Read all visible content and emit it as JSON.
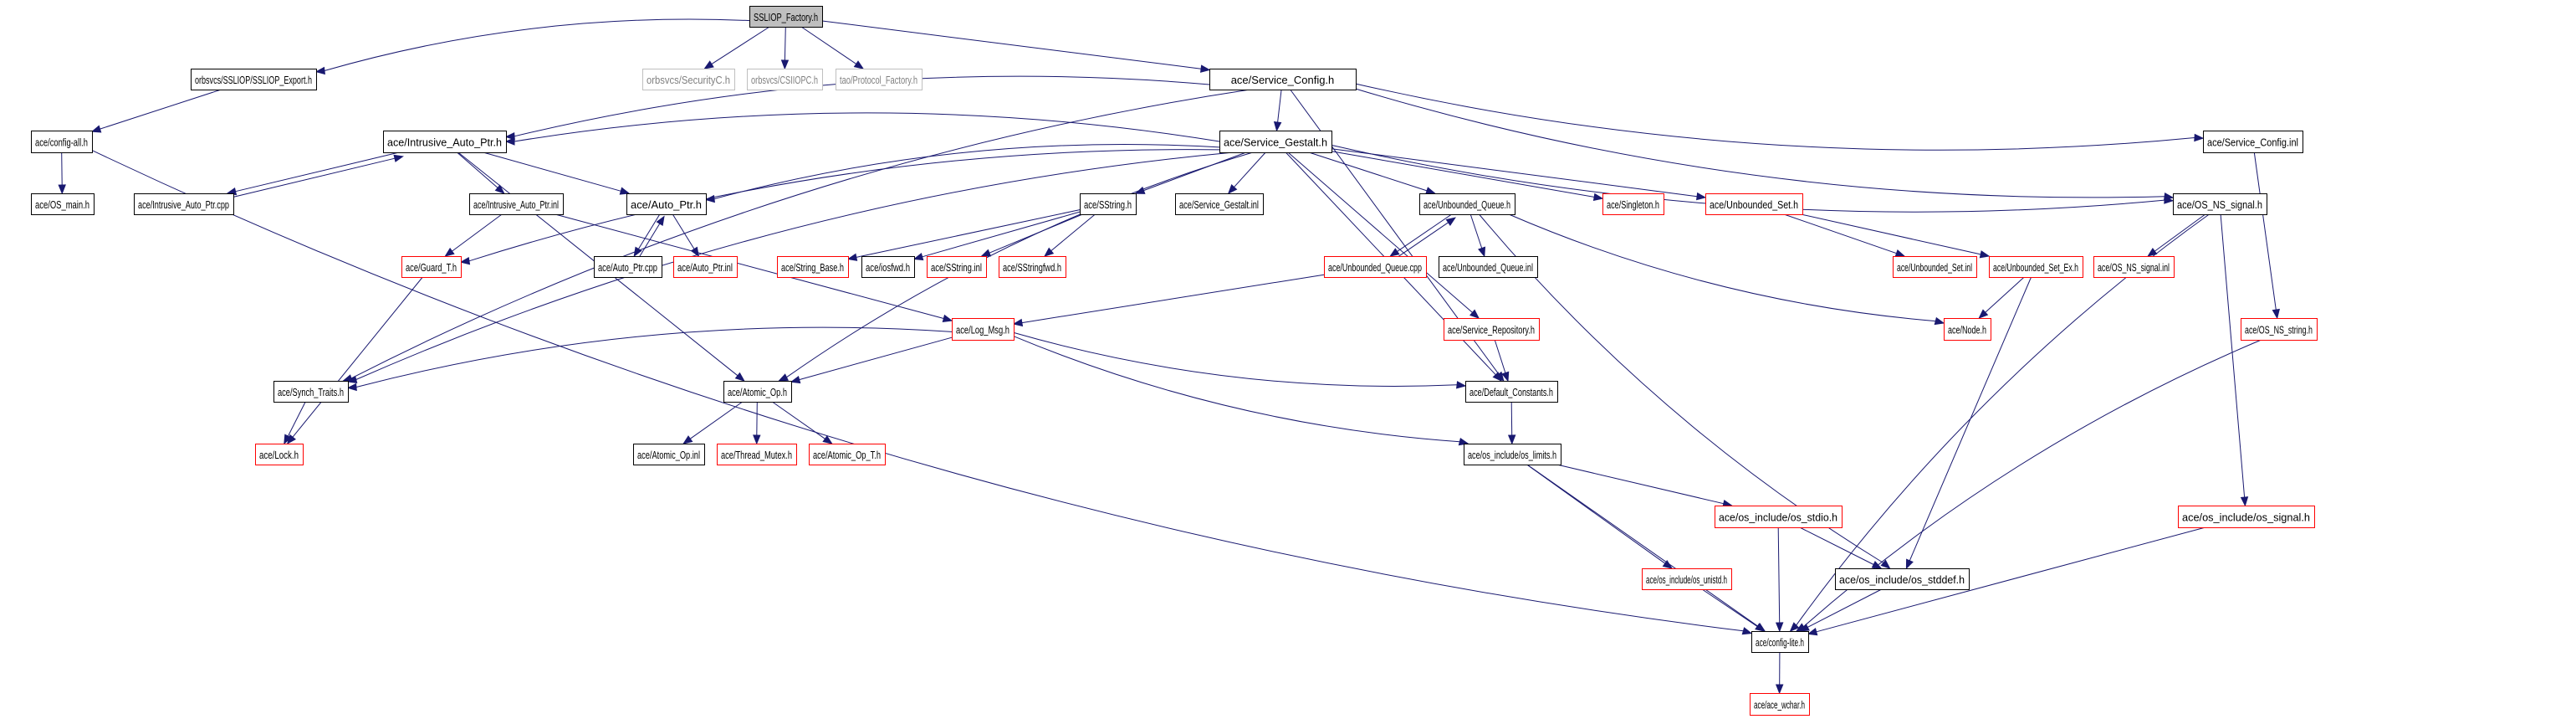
{
  "diagram": {
    "type": "include-dependency-graph",
    "root": "SSLIOP_Factory.h",
    "colors": {
      "edge": "#191970",
      "documented_border": "#000000",
      "undocumented_border": "#ff0000",
      "external_border": "#bfbfbf",
      "root_fill": "#bfbfbf"
    },
    "nodes": [
      {
        "id": "root",
        "label": "SSLIOP_Factory.h",
        "style": "root"
      },
      {
        "id": "sslexp",
        "label": "orbsvcs/SSLIOP/SSLIOP_Export.h",
        "style": "normal"
      },
      {
        "id": "secc",
        "label": "orbsvcs/SecurityC.h",
        "style": "external"
      },
      {
        "id": "csiiopc",
        "label": "orbsvcs/CSIIOPC.h",
        "style": "external"
      },
      {
        "id": "protof",
        "label": "tao/Protocol_Factory.h",
        "style": "external"
      },
      {
        "id": "svccfg",
        "label": "ace/Service_Config.h",
        "style": "normal"
      },
      {
        "id": "cfgall",
        "label": "ace/config-all.h",
        "style": "normal"
      },
      {
        "id": "iap",
        "label": "ace/Intrusive_Auto_Ptr.h",
        "style": "normal"
      },
      {
        "id": "gestalt",
        "label": "ace/Service_Gestalt.h",
        "style": "normal"
      },
      {
        "id": "svccfginl",
        "label": "ace/Service_Config.inl",
        "style": "normal"
      },
      {
        "id": "osmain",
        "label": "ace/OS_main.h",
        "style": "normal"
      },
      {
        "id": "iapcpp",
        "label": "ace/Intrusive_Auto_Ptr.cpp",
        "style": "normal"
      },
      {
        "id": "iapinl",
        "label": "ace/Intrusive_Auto_Ptr.inl",
        "style": "normal"
      },
      {
        "id": "autoptr",
        "label": "ace/Auto_Ptr.h",
        "style": "normal"
      },
      {
        "id": "sstring",
        "label": "ace/SString.h",
        "style": "normal"
      },
      {
        "id": "gestaltinl",
        "label": "ace/Service_Gestalt.inl",
        "style": "normal"
      },
      {
        "id": "uq",
        "label": "ace/Unbounded_Queue.h",
        "style": "normal"
      },
      {
        "id": "singleton",
        "label": "ace/Singleton.h",
        "style": "red"
      },
      {
        "id": "us",
        "label": "ace/Unbounded_Set.h",
        "style": "red"
      },
      {
        "id": "nssignal",
        "label": "ace/OS_NS_signal.h",
        "style": "normal"
      },
      {
        "id": "guard",
        "label": "ace/Guard_T.h",
        "style": "red"
      },
      {
        "id": "autoptrcpp",
        "label": "ace/Auto_Ptr.cpp",
        "style": "normal"
      },
      {
        "id": "autoptrinl",
        "label": "ace/Auto_Ptr.inl",
        "style": "red"
      },
      {
        "id": "strbase",
        "label": "ace/String_Base.h",
        "style": "red"
      },
      {
        "id": "iosfwd",
        "label": "ace/iosfwd.h",
        "style": "normal"
      },
      {
        "id": "sstringinl",
        "label": "ace/SString.inl",
        "style": "red"
      },
      {
        "id": "sstringfwd",
        "label": "ace/SStringfwd.h",
        "style": "red"
      },
      {
        "id": "uqcpp",
        "label": "ace/Unbounded_Queue.cpp",
        "style": "red"
      },
      {
        "id": "uqinl",
        "label": "ace/Unbounded_Queue.inl",
        "style": "normal"
      },
      {
        "id": "usinl",
        "label": "ace/Unbounded_Set.inl",
        "style": "red"
      },
      {
        "id": "usex",
        "label": "ace/Unbounded_Set_Ex.h",
        "style": "red"
      },
      {
        "id": "nssignalinl",
        "label": "ace/OS_NS_signal.inl",
        "style": "red"
      },
      {
        "id": "logmsg",
        "label": "ace/Log_Msg.h",
        "style": "red"
      },
      {
        "id": "svcrepo",
        "label": "ace/Service_Repository.h",
        "style": "red"
      },
      {
        "id": "node",
        "label": "ace/Node.h",
        "style": "red"
      },
      {
        "id": "nsstring",
        "label": "ace/OS_NS_string.h",
        "style": "red"
      },
      {
        "id": "synch",
        "label": "ace/Synch_Traits.h",
        "style": "normal"
      },
      {
        "id": "atomic",
        "label": "ace/Atomic_Op.h",
        "style": "normal"
      },
      {
        "id": "defconst",
        "label": "ace/Default_Constants.h",
        "style": "normal"
      },
      {
        "id": "lock",
        "label": "ace/Lock.h",
        "style": "red"
      },
      {
        "id": "atomicinl",
        "label": "ace/Atomic_Op.inl",
        "style": "normal"
      },
      {
        "id": "thrmutex",
        "label": "ace/Thread_Mutex.h",
        "style": "red"
      },
      {
        "id": "atomict",
        "label": "ace/Atomic_Op_T.h",
        "style": "red"
      },
      {
        "id": "oslimits",
        "label": "ace/os_include/os_limits.h",
        "style": "normal"
      },
      {
        "id": "osstdio",
        "label": "ace/os_include/os_stdio.h",
        "style": "red"
      },
      {
        "id": "ossignal",
        "label": "ace/os_include/os_signal.h",
        "style": "red"
      },
      {
        "id": "osunistd",
        "label": "ace/os_include/os_unistd.h",
        "style": "red"
      },
      {
        "id": "osstddef",
        "label": "ace/os_include/os_stddef.h",
        "style": "normal"
      },
      {
        "id": "cfglite",
        "label": "ace/config-lite.h",
        "style": "normal"
      },
      {
        "id": "wchar",
        "label": "ace/ace_wchar.h",
        "style": "red"
      }
    ],
    "edges": [
      [
        "root",
        "sslexp"
      ],
      [
        "root",
        "secc"
      ],
      [
        "root",
        "csiiopc"
      ],
      [
        "root",
        "protof"
      ],
      [
        "root",
        "svccfg"
      ],
      [
        "sslexp",
        "cfgall"
      ],
      [
        "svccfg",
        "gestalt"
      ],
      [
        "svccfg",
        "iap"
      ],
      [
        "svccfg",
        "synch"
      ],
      [
        "svccfg",
        "svccfginl"
      ],
      [
        "svccfg",
        "nssignal"
      ],
      [
        "svccfg",
        "defconst"
      ],
      [
        "cfgall",
        "osmain"
      ],
      [
        "cfgall",
        "cfglite"
      ],
      [
        "iap",
        "iapcpp"
      ],
      [
        "iapcpp",
        "iap"
      ],
      [
        "iap",
        "iapinl"
      ],
      [
        "iap",
        "autoptr"
      ],
      [
        "iap",
        "atomic"
      ],
      [
        "iapinl",
        "guard"
      ],
      [
        "iapinl",
        "logmsg"
      ],
      [
        "gestalt",
        "iap"
      ],
      [
        "gestalt",
        "autoptr"
      ],
      [
        "gestalt",
        "guard"
      ],
      [
        "gestalt",
        "synch"
      ],
      [
        "gestalt",
        "atomic"
      ],
      [
        "gestalt",
        "sstring"
      ],
      [
        "gestalt",
        "gestaltinl"
      ],
      [
        "gestalt",
        "uq"
      ],
      [
        "gestalt",
        "singleton"
      ],
      [
        "gestalt",
        "us"
      ],
      [
        "gestalt",
        "nssignal"
      ],
      [
        "gestalt",
        "svcrepo"
      ],
      [
        "gestalt",
        "defconst"
      ],
      [
        "svccfginl",
        "nsstring"
      ],
      [
        "autoptr",
        "autoptrcpp"
      ],
      [
        "autoptrcpp",
        "autoptr"
      ],
      [
        "autoptr",
        "autoptrinl"
      ],
      [
        "sstring",
        "strbase"
      ],
      [
        "sstring",
        "iosfwd"
      ],
      [
        "sstring",
        "sstringinl"
      ],
      [
        "sstring",
        "sstringfwd"
      ],
      [
        "uq",
        "uqcpp"
      ],
      [
        "uqcpp",
        "uq"
      ],
      [
        "uq",
        "uqinl"
      ],
      [
        "uq",
        "node"
      ],
      [
        "uq",
        "osstddef"
      ],
      [
        "us",
        "usinl"
      ],
      [
        "us",
        "usex"
      ],
      [
        "nssignal",
        "nssignalinl"
      ],
      [
        "nssignal",
        "ossignal"
      ],
      [
        "nssignal",
        "cfglite"
      ],
      [
        "guard",
        "lock"
      ],
      [
        "uqcpp",
        "logmsg"
      ],
      [
        "usex",
        "node"
      ],
      [
        "usex",
        "osstddef"
      ],
      [
        "logmsg",
        "synch"
      ],
      [
        "logmsg",
        "atomic"
      ],
      [
        "logmsg",
        "defconst"
      ],
      [
        "logmsg",
        "oslimits"
      ],
      [
        "svcrepo",
        "defconst"
      ],
      [
        "nsstring",
        "cfglite"
      ],
      [
        "synch",
        "lock"
      ],
      [
        "atomic",
        "atomicinl"
      ],
      [
        "atomic",
        "thrmutex"
      ],
      [
        "atomic",
        "atomict"
      ],
      [
        "defconst",
        "oslimits"
      ],
      [
        "oslimits",
        "osstdio"
      ],
      [
        "oslimits",
        "osunistd"
      ],
      [
        "oslimits",
        "cfglite"
      ],
      [
        "osstdio",
        "osstddef"
      ],
      [
        "osstdio",
        "cfglite"
      ],
      [
        "ossignal",
        "cfglite"
      ],
      [
        "osunistd",
        "cfglite"
      ],
      [
        "osstddef",
        "cfglite"
      ],
      [
        "cfglite",
        "wchar"
      ]
    ]
  }
}
